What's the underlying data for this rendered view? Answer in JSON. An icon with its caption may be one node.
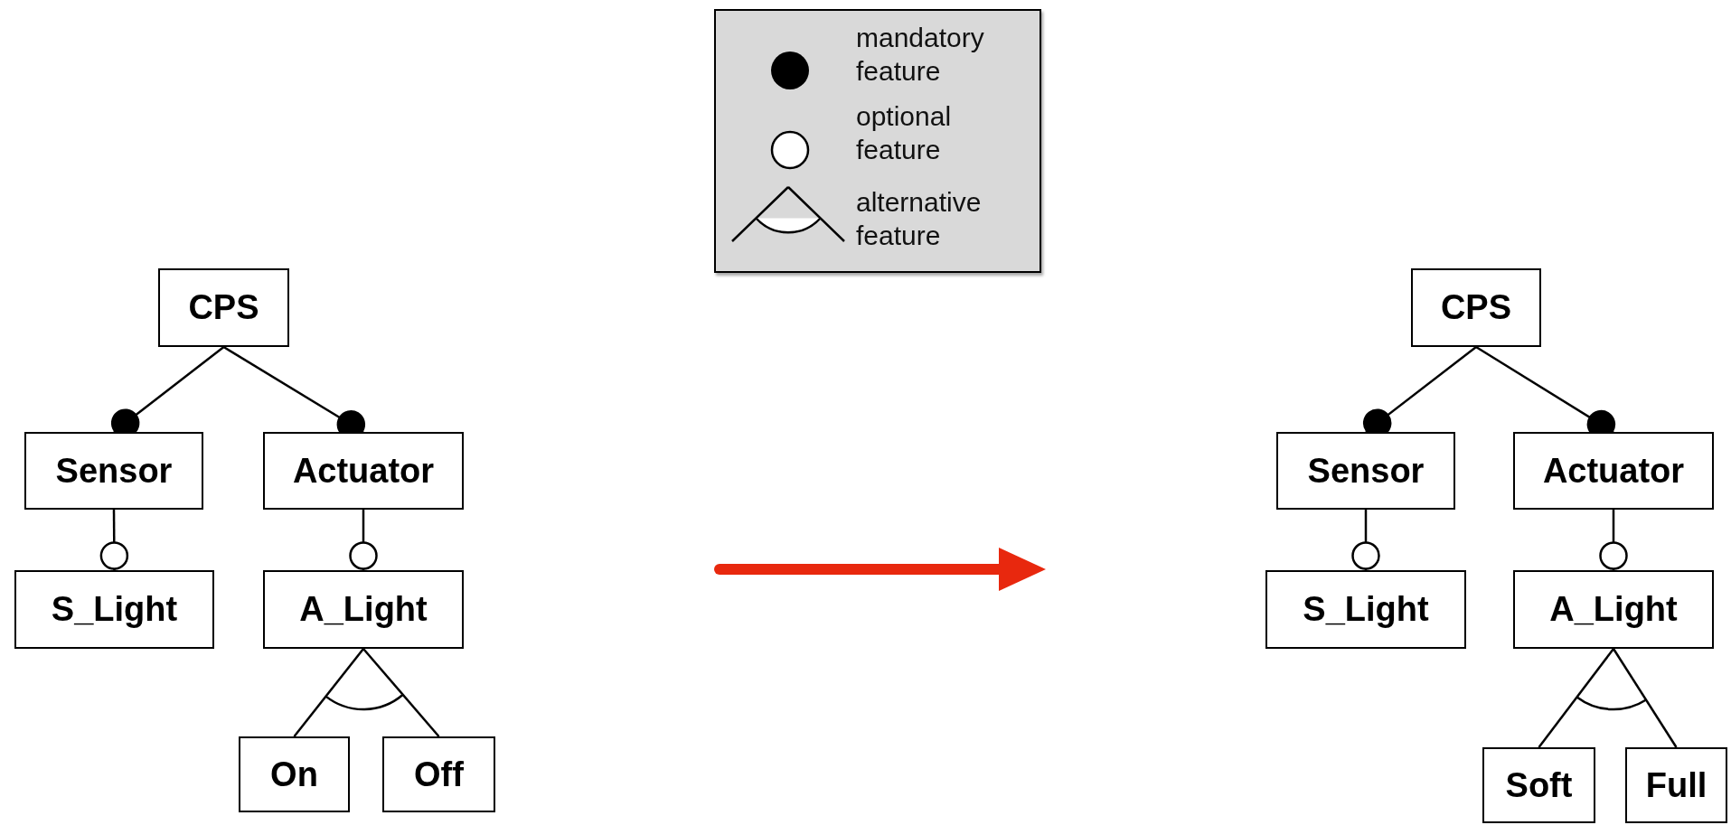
{
  "diagram": {
    "nodes": [
      {
        "text": [
          "CPS"
        ]
      },
      {
        "text": [
          "Sensor"
        ]
      },
      {
        "text": [
          "Actuator"
        ]
      },
      {
        "text": [
          "S_Light"
        ]
      },
      {
        "text": [
          "A_Light"
        ]
      },
      {
        "text": [
          "On"
        ]
      },
      {
        "text": [
          "Off"
        ]
      },
      {
        "text": [
          "CPS"
        ]
      },
      {
        "text": [
          "Sensor"
        ]
      },
      {
        "text": [
          "Actuator"
        ]
      },
      {
        "text": [
          "S_Light"
        ]
      },
      {
        "text": [
          "A_Light"
        ]
      },
      {
        "text": [
          "Soft"
        ]
      },
      {
        "text": [
          "Full"
        ]
      }
    ],
    "edges": [
      {
        "from": 0,
        "to": 1,
        "arrow": "other"
      },
      {
        "from": 0,
        "to": 2,
        "arrow": "other"
      },
      {
        "from": 1,
        "to": 3,
        "arrow": "other"
      },
      {
        "from": 2,
        "to": 4,
        "arrow": "other"
      },
      {
        "from": 4,
        "to": 5,
        "arrow": "none"
      },
      {
        "from": 4,
        "to": 6,
        "arrow": "none"
      },
      {
        "from": 7,
        "to": 8,
        "arrow": "other"
      },
      {
        "from": 7,
        "to": 9,
        "arrow": "other"
      },
      {
        "from": 8,
        "to": 10,
        "arrow": "other"
      },
      {
        "from": 9,
        "to": 11,
        "arrow": "other"
      },
      {
        "from": 11,
        "to": 12,
        "arrow": "none"
      },
      {
        "from": 11,
        "to": 13,
        "arrow": "none"
      }
    ],
    "legend": [
      {
        "text": "mandatory feature"
      },
      {
        "text": "optional feature"
      },
      {
        "text": "alternative feature"
      }
    ]
  }
}
